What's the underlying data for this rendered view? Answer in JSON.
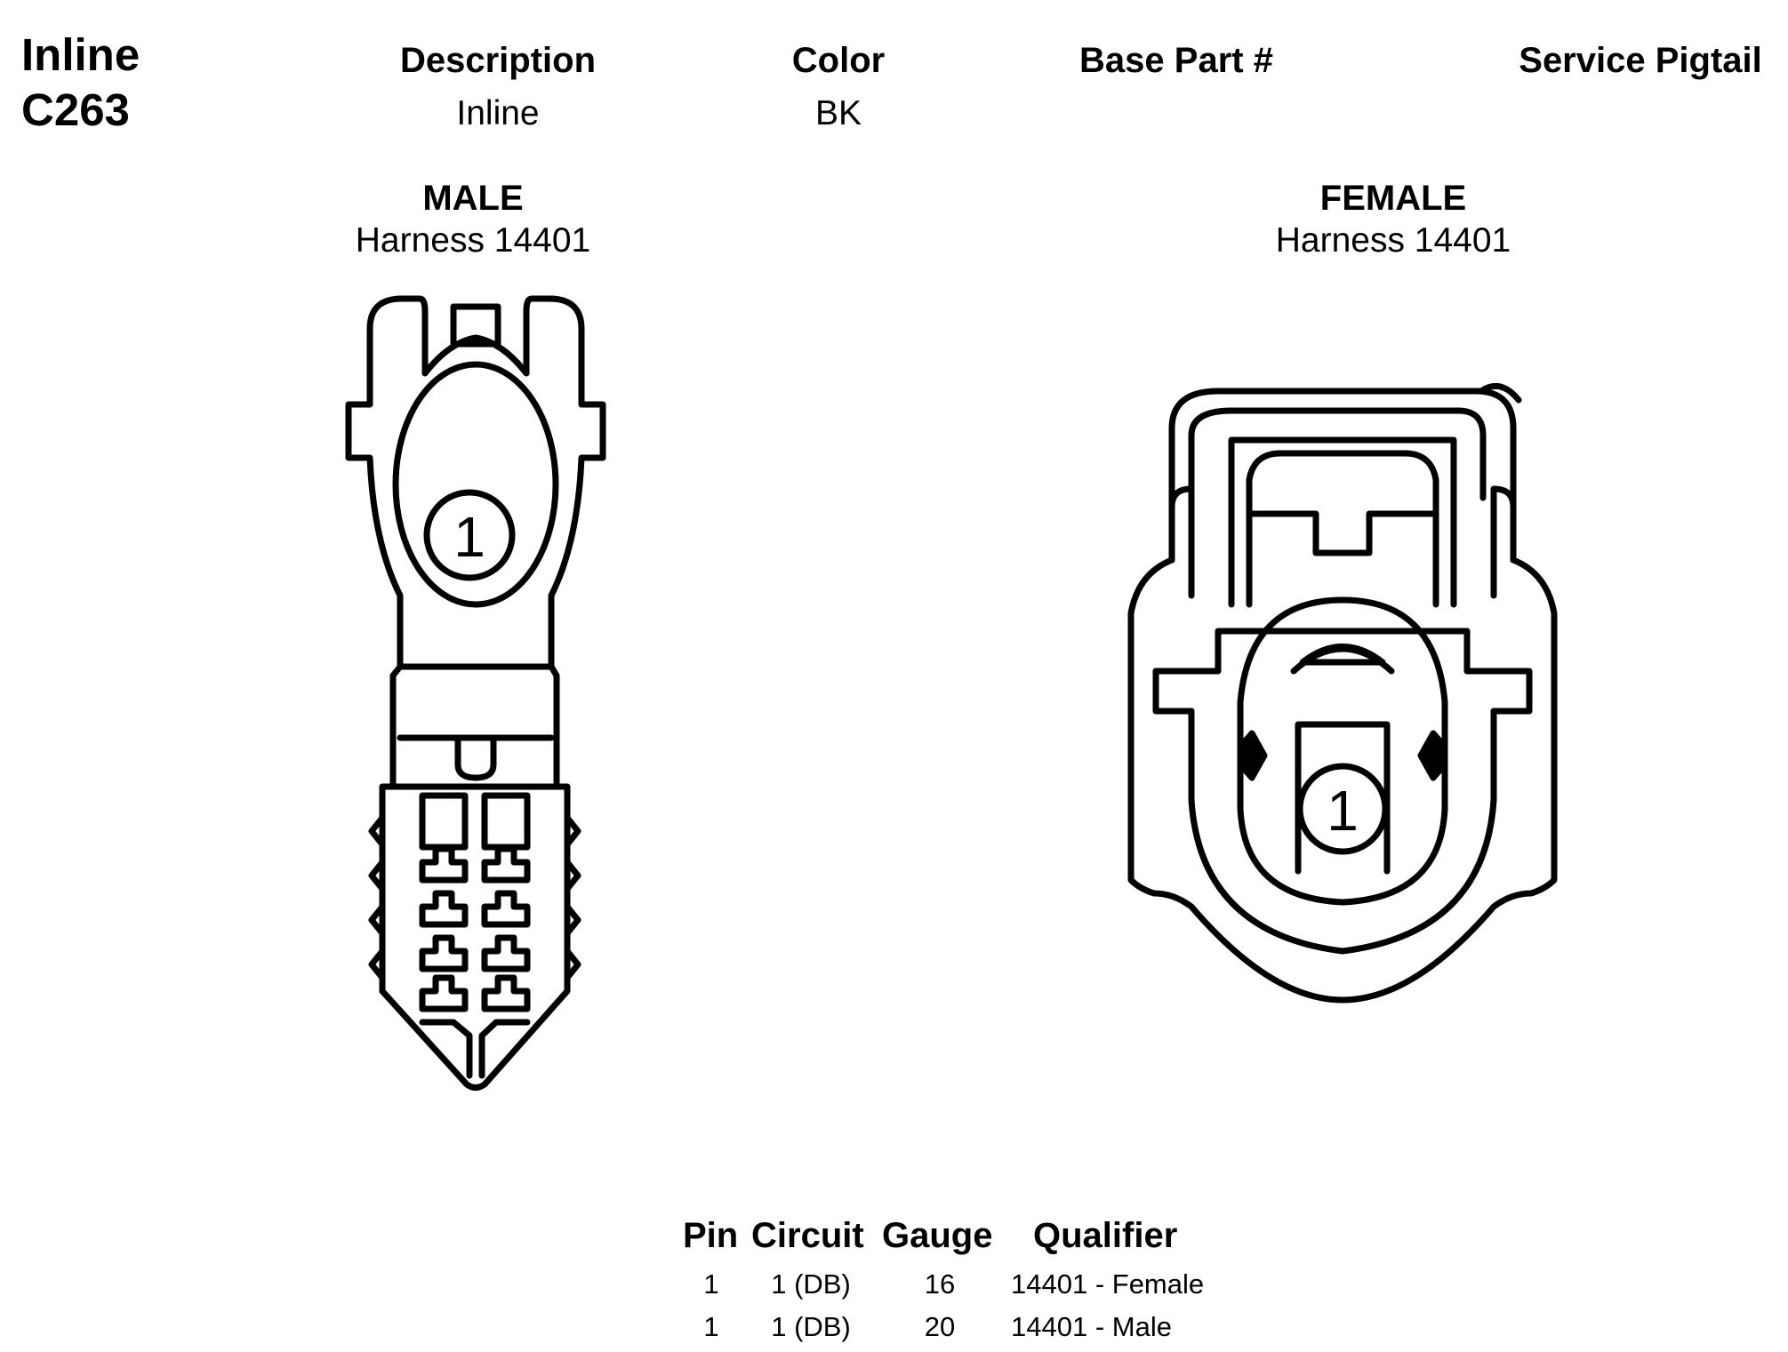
{
  "connector": {
    "title_line1": "Inline",
    "title_line2": "C263"
  },
  "info": {
    "description_label": "Description",
    "description_value": "Inline",
    "color_label": "Color",
    "color_value": "BK",
    "base_part_label": "Base Part #",
    "service_pigtail_label": "Service Pigtail"
  },
  "views": {
    "male": {
      "title": "MALE",
      "harness": "Harness 14401",
      "pin_label": "1"
    },
    "female": {
      "title": "FEMALE",
      "harness": "Harness 14401",
      "pin_label": "1"
    }
  },
  "pin_table": {
    "headers": {
      "pin": "Pin",
      "circuit": "Circuit",
      "gauge": "Gauge",
      "qualifier": "Qualifier"
    },
    "rows": [
      {
        "pin": "1",
        "circuit": "1 (DB)",
        "gauge": "16",
        "qualifier": "14401 - Female"
      },
      {
        "pin": "1",
        "circuit": "1 (DB)",
        "gauge": "20",
        "qualifier": "14401 - Male"
      }
    ]
  }
}
